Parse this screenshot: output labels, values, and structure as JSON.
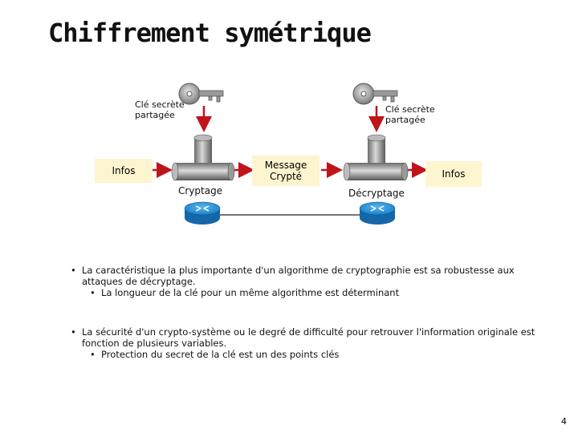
{
  "title": "Chiffrement symétrique",
  "diagram": {
    "key_label_left": "Clé secrète\npartagée",
    "key_label_right": "Clé secrète\npartagée",
    "infos_left": "Infos",
    "infos_right": "Infos",
    "message": "Message\nCrypté",
    "cryptage": "Cryptage",
    "decryptage": "Décryptage"
  },
  "bullets": [
    {
      "text": "La caractéristique la plus importante d'un algorithme de cryptographie est sa robustesse aux attaques de décryptage.",
      "sub": "La longueur de la clé pour un même algorithme est déterminant"
    },
    {
      "text": "La sécurité d'un crypto-système ou le degré de difficulté pour retrouver l'information originale est fonction de plusieurs variables.",
      "sub": "Protection du secret de la clé est un des points clés"
    }
  ],
  "bullet_glyph": "•",
  "page_number": "4",
  "colors": {
    "arrow": "#c0141b",
    "box": "#fdf5cf",
    "router": "#1c8ad6"
  }
}
